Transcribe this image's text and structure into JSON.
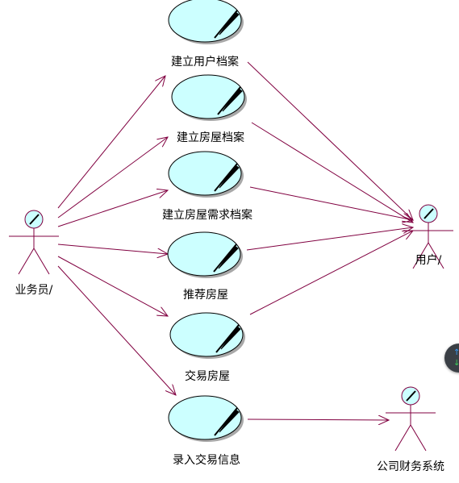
{
  "diagram": {
    "colors": {
      "usecase_fill": "#ccffff",
      "line": "#800040",
      "actor_stroke": "#800040",
      "actor_head_fill": "#ccffff"
    },
    "actors": [
      {
        "id": "clerk",
        "label": "业务员/"
      },
      {
        "id": "user",
        "label": "用户/"
      },
      {
        "id": "finance",
        "label": "公司财务系统"
      }
    ],
    "use_cases": [
      {
        "id": "uc1",
        "label": "建立用户档案"
      },
      {
        "id": "uc2",
        "label": "建立房屋档案"
      },
      {
        "id": "uc3",
        "label": "建立房屋需求档案"
      },
      {
        "id": "uc4",
        "label": "推荐房屋"
      },
      {
        "id": "uc5",
        "label": "交易房屋"
      },
      {
        "id": "uc6",
        "label": "录入交易信息"
      }
    ],
    "associations": [
      {
        "from": "clerk",
        "to": "uc1"
      },
      {
        "from": "clerk",
        "to": "uc2"
      },
      {
        "from": "clerk",
        "to": "uc3"
      },
      {
        "from": "clerk",
        "to": "uc4"
      },
      {
        "from": "clerk",
        "to": "uc5"
      },
      {
        "from": "clerk",
        "to": "uc6"
      },
      {
        "from": "uc1",
        "to": "user"
      },
      {
        "from": "uc2",
        "to": "user"
      },
      {
        "from": "uc3",
        "to": "user"
      },
      {
        "from": "uc4",
        "to": "user"
      },
      {
        "from": "uc5",
        "to": "user"
      },
      {
        "from": "uc6",
        "to": "finance"
      }
    ]
  },
  "scroll_widget": {
    "up_icon": "arrow-up-icon",
    "down_icon": "arrow-down-icon"
  }
}
